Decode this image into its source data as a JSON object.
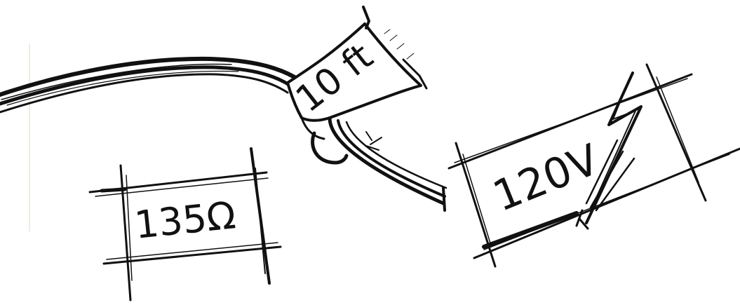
{
  "labels": {
    "cable_length": "10 ft",
    "resistance": "135Ω",
    "voltage": "120V"
  },
  "colors": {
    "ink": "#111111",
    "background": "#ffffff",
    "margin_line": "#f3e3cf"
  },
  "icons": {
    "cable": "cable-sketch-icon",
    "flag": "cable-tag-icon",
    "resistance_box": "dimension-box-icon",
    "voltage_box": "dimension-box-icon",
    "lightning": "lightning-bolt-icon"
  }
}
